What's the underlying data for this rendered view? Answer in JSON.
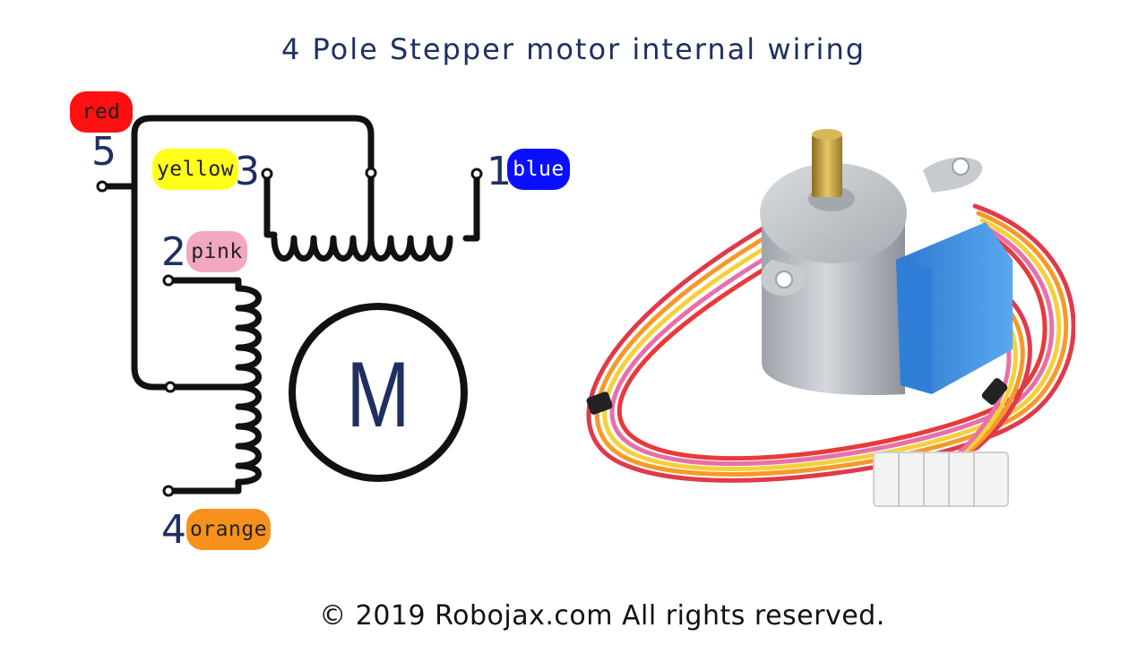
{
  "title": "4 Pole Stepper motor internal wiring",
  "footer": "© 2019 Robojax.com All rights reserved.",
  "motor_symbol": "M",
  "pins": [
    {
      "number": "5",
      "color_name": "red",
      "color": "#ff1010",
      "text_color": "#222222"
    },
    {
      "number": "3",
      "color_name": "yellow",
      "color": "#ffff1a",
      "text_color": "#222222"
    },
    {
      "number": "1",
      "color_name": "blue",
      "color": "#0a10ff",
      "text_color": "#ffffff"
    },
    {
      "number": "2",
      "color_name": "pink",
      "color": "#f2a8bf",
      "text_color": "#222222"
    },
    {
      "number": "4",
      "color_name": "orange",
      "color": "#f7911c",
      "text_color": "#222222"
    }
  ],
  "colors": {
    "title": "#1f3060",
    "wire": "#111111",
    "pin_number": "#1f3060",
    "motor_body": "#b9bdc4",
    "connector_housing": "#3b8fe0"
  }
}
